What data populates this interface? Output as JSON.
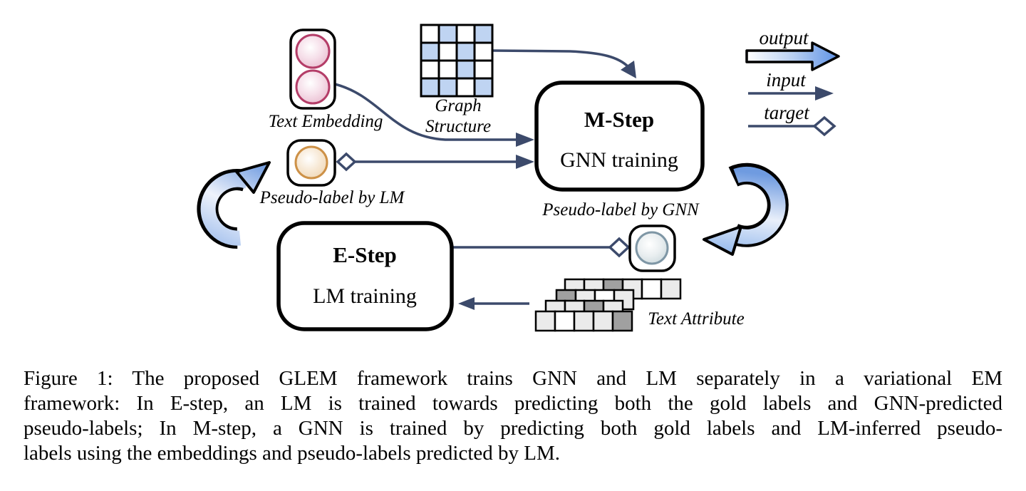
{
  "figure": {
    "legend": {
      "output_label": "output",
      "input_label": "input",
      "target_label": "target"
    },
    "nodes": {
      "text_embedding": {
        "label": "Text Embedding"
      },
      "graph_structure": {
        "label_line1": "Graph",
        "label_line2": "Structure"
      },
      "m_step": {
        "title": "M-Step",
        "subtitle": "GNN training"
      },
      "e_step": {
        "title": "E-Step",
        "subtitle": "LM training"
      },
      "pseudo_label_lm": {
        "label": "Pseudo-label by LM"
      },
      "pseudo_label_gnn": {
        "label": "Pseudo-label by GNN"
      },
      "text_attribute": {
        "label": "Text Attribute"
      }
    },
    "graph_structure_grid": [
      [
        0,
        1,
        0,
        1
      ],
      [
        1,
        0,
        1,
        0
      ],
      [
        0,
        0,
        1,
        0
      ],
      [
        1,
        1,
        0,
        1
      ]
    ],
    "text_attribute_rows": [
      [
        "light",
        "light",
        "dark",
        "light",
        "white",
        "light"
      ],
      [
        "dark",
        "light",
        "white",
        "light"
      ],
      [
        "light",
        "light",
        "dark",
        "light"
      ],
      [
        "light",
        "white",
        "light",
        "light",
        "dark"
      ]
    ],
    "colors": {
      "line_navy": "#3c4a6b",
      "grid_blue": "#bfd4f2",
      "node_pink_border": "#b43d68",
      "node_orange_border": "#cd9147",
      "node_gray_border": "#7e96a5",
      "arrow_blue": "#5e92e6",
      "token_light": "#ebebeb",
      "token_white": "#ffffff",
      "token_dark": "#a0a0a0"
    }
  },
  "caption": {
    "lines": [
      "Figure 1: The proposed GLEM framework trains GNN and LM separately in a variational EM",
      "framework: In E-step, an LM is trained towards predicting both the gold labels and GNN-predicted",
      "pseudo-labels; In M-step, a GNN is trained by predicting both gold labels and LM-inferred pseudo-",
      "labels using the embeddings and pseudo-labels predicted by LM."
    ],
    "full_text": "Figure 1: The proposed GLEM framework trains GNN and LM separately in a variational EM framework: In E-step, an LM is trained towards predicting both the gold labels and GNN-predicted pseudo-labels; In M-step, a GNN is trained by predicting both gold labels and LM-inferred pseudo-labels using the embeddings and pseudo-labels predicted by LM."
  }
}
